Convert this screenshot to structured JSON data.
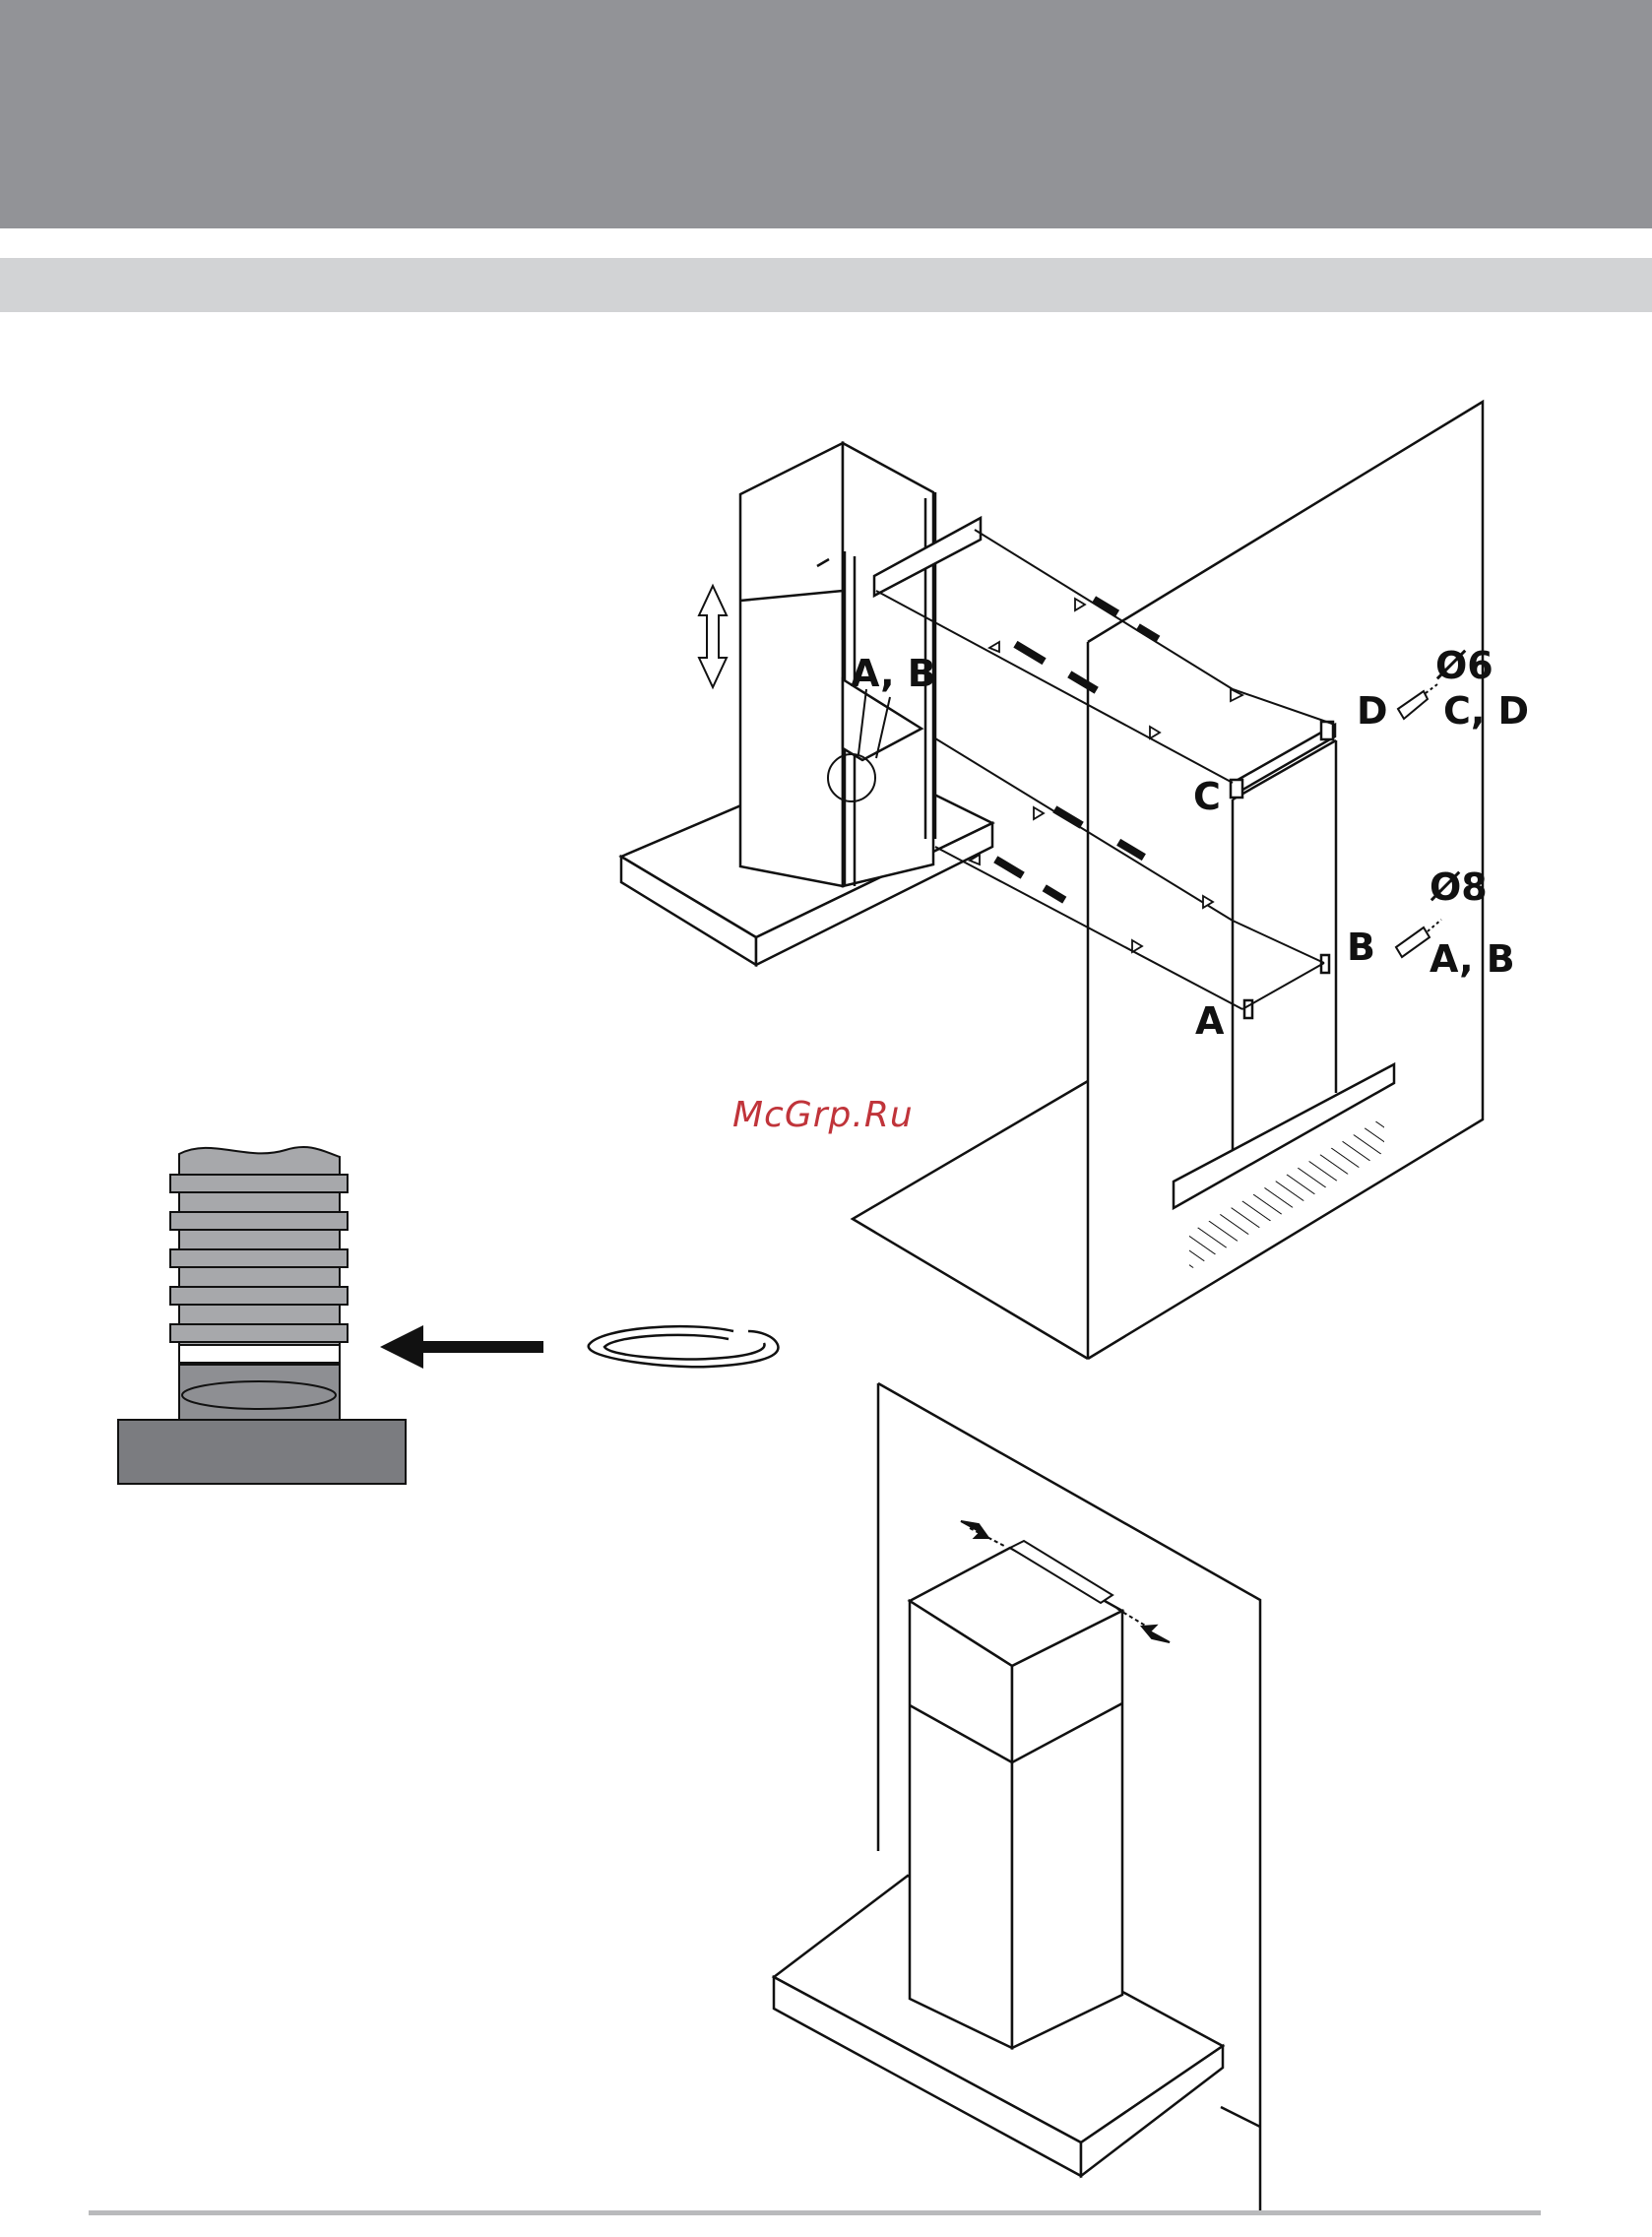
{
  "labels": {
    "a_b_top": "A, B",
    "d": "D",
    "c": "C",
    "b": "B",
    "a": "A",
    "phi6": "Ø6",
    "c_d": "C, D",
    "phi8": "Ø8",
    "a_b_right": "A, B"
  },
  "watermark": "McGrp.Ru",
  "colors": {
    "header_band": "#929397",
    "subheader_band": "#d2d3d5",
    "line": "#111111",
    "base_block": "#7b7c80",
    "pipe_ring": "#a7a8ab",
    "watermark": "#c0343a"
  }
}
